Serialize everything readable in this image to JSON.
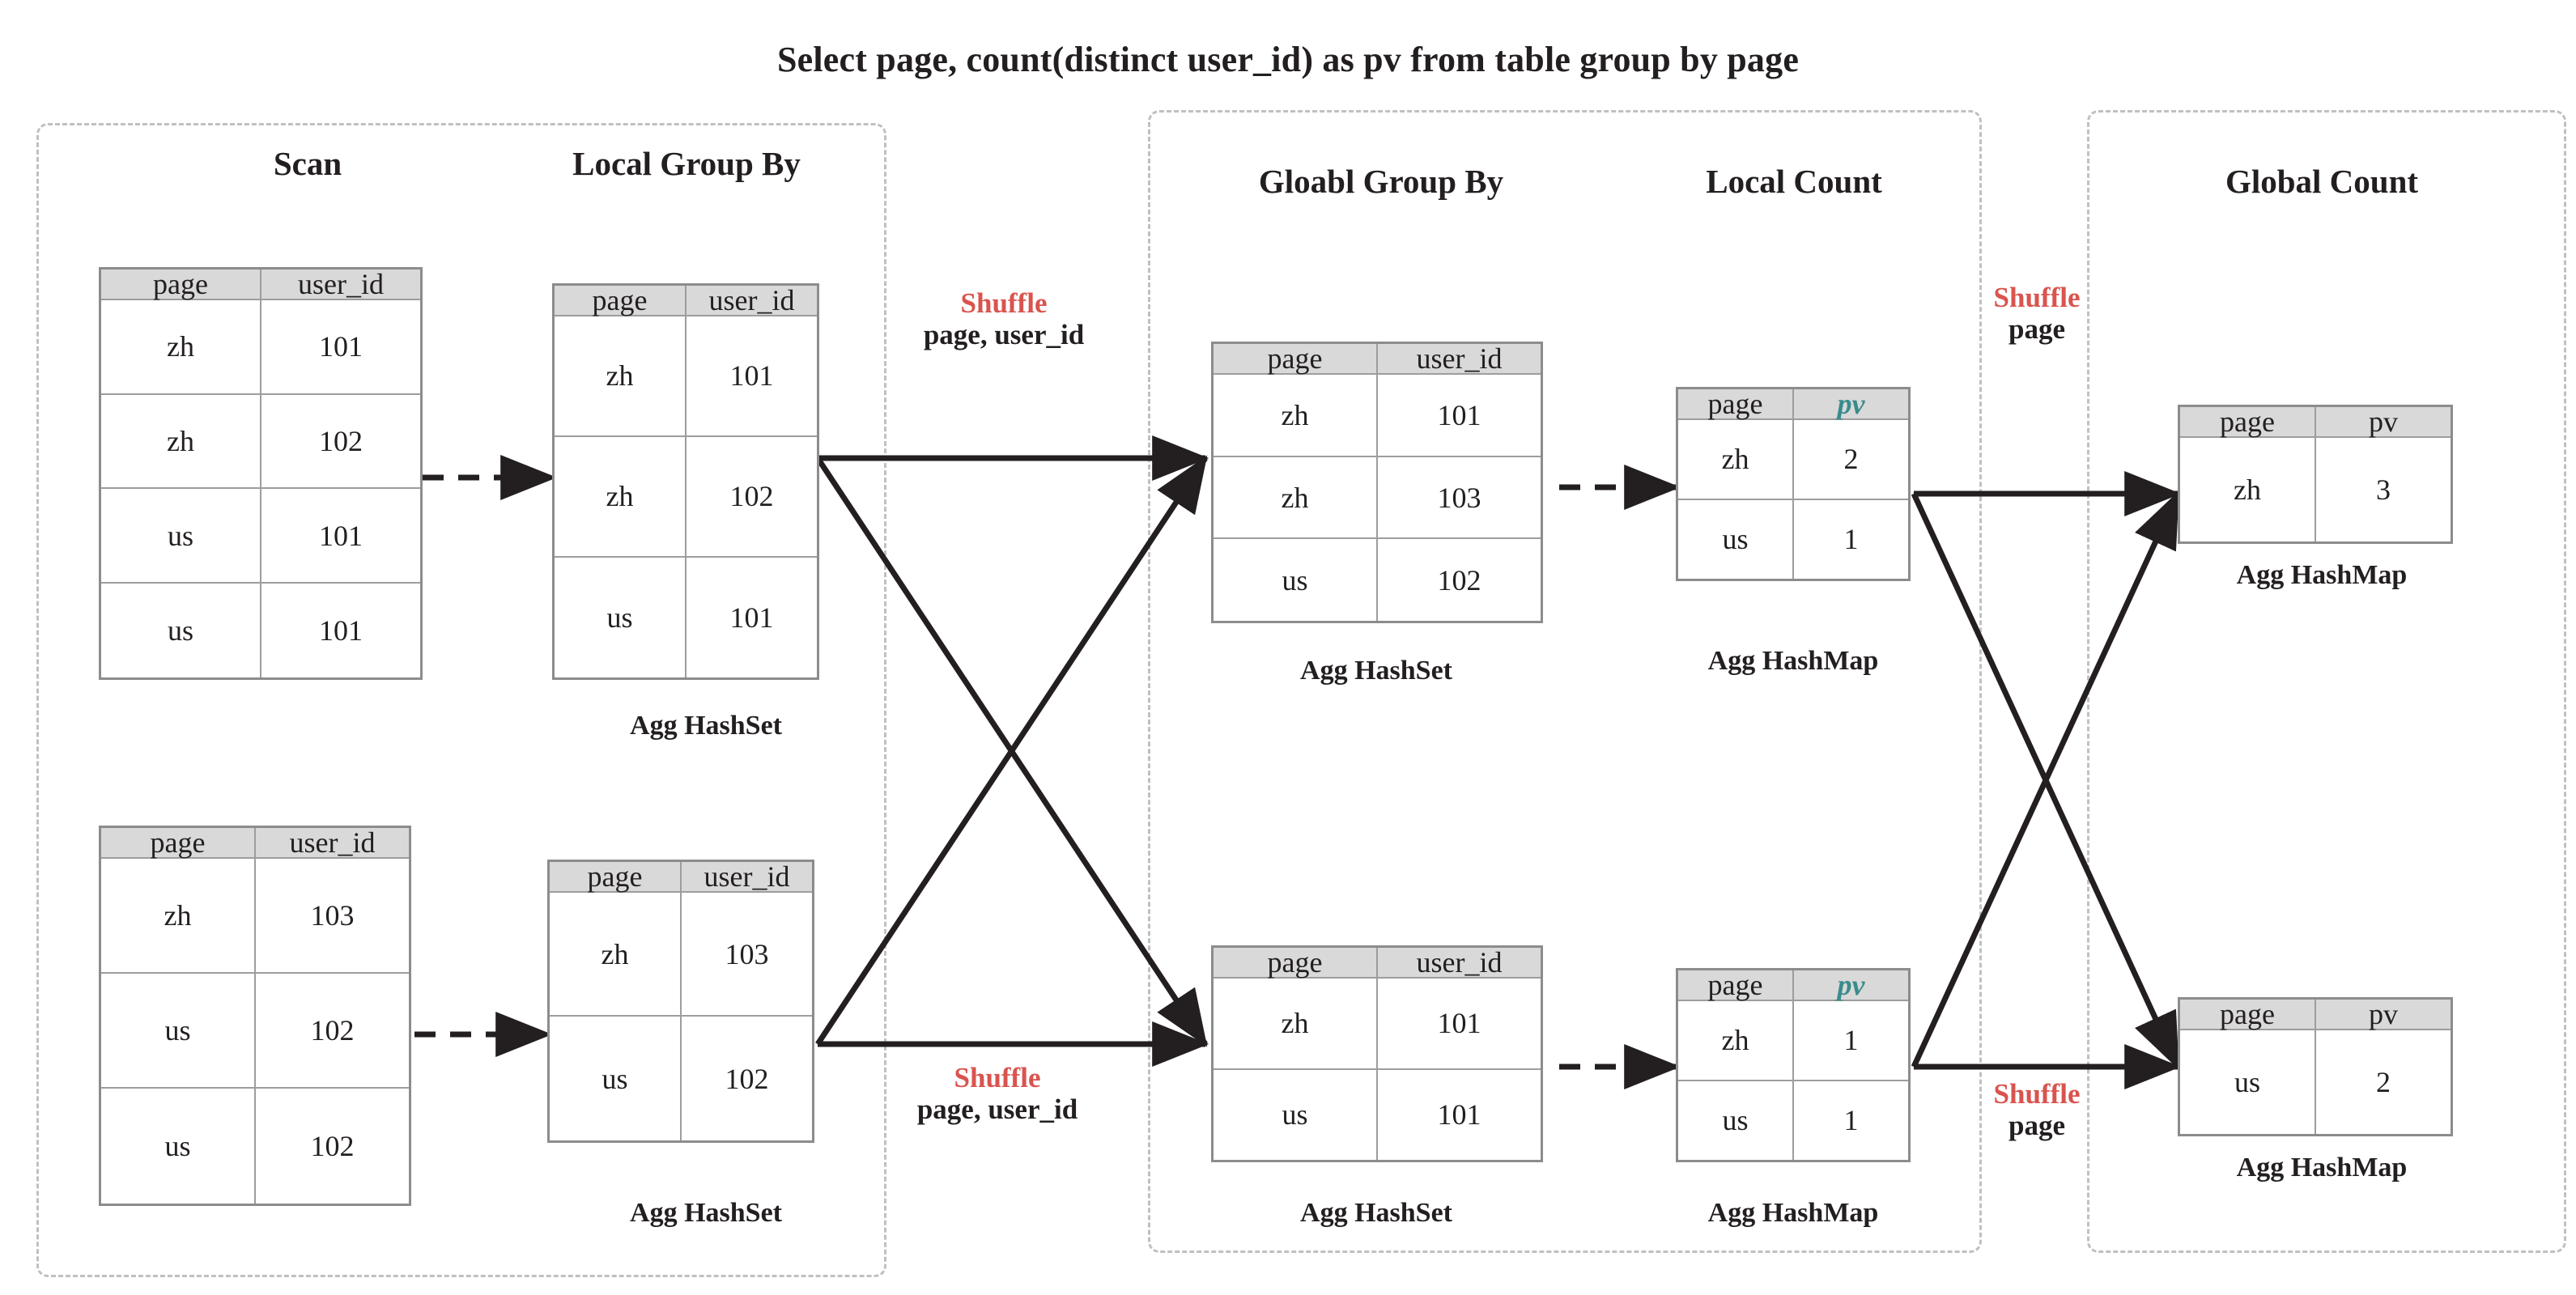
{
  "title": "Select page, count(distinct user_id) as pv from table group by page",
  "stages": [
    {
      "name": "scan",
      "label": "Scan"
    },
    {
      "name": "local-group-by",
      "label": "Local Group By"
    },
    {
      "name": "global-group-by",
      "label": "Gloabl Group By"
    },
    {
      "name": "local-count",
      "label": "Local Count"
    },
    {
      "name": "global-count",
      "label": "Global Count"
    }
  ],
  "columns": {
    "page": "page",
    "user_id": "user_id",
    "pv": "pv"
  },
  "captions": {
    "hashset": "Agg HashSet",
    "hashmap": "Agg HashMap"
  },
  "shuffles": [
    {
      "name": "shuffle-1-top",
      "word": "Shuffle",
      "keys": "page, user_id"
    },
    {
      "name": "shuffle-1-bottom",
      "word": "Shuffle",
      "keys": "page, user_id"
    },
    {
      "name": "shuffle-2-top",
      "word": "Shuffle",
      "keys": "page"
    },
    {
      "name": "shuffle-2-bottom",
      "word": "Shuffle",
      "keys": "page"
    }
  ],
  "tables": {
    "scan_top": {
      "headers": [
        "page",
        "user_id"
      ],
      "rows": [
        [
          "zh",
          "101"
        ],
        [
          "zh",
          "102"
        ],
        [
          "us",
          "101"
        ],
        [
          "us",
          "101"
        ]
      ]
    },
    "scan_bottom": {
      "headers": [
        "page",
        "user_id"
      ],
      "rows": [
        [
          "zh",
          "103"
        ],
        [
          "us",
          "102"
        ],
        [
          "us",
          "102"
        ]
      ]
    },
    "local_group_top": {
      "headers": [
        "page",
        "user_id"
      ],
      "rows": [
        [
          "zh",
          "101"
        ],
        [
          "zh",
          "102"
        ],
        [
          "us",
          "101"
        ]
      ],
      "caption": "Agg HashSet"
    },
    "local_group_bottom": {
      "headers": [
        "page",
        "user_id"
      ],
      "rows": [
        [
          "zh",
          "103"
        ],
        [
          "us",
          "102"
        ]
      ],
      "caption": "Agg HashSet"
    },
    "global_group_top": {
      "headers": [
        "page",
        "user_id"
      ],
      "rows": [
        [
          "zh",
          "101"
        ],
        [
          "zh",
          "103"
        ],
        [
          "us",
          "102"
        ]
      ],
      "caption": "Agg HashSet"
    },
    "global_group_bottom": {
      "headers": [
        "page",
        "user_id"
      ],
      "rows": [
        [
          "zh",
          "101"
        ],
        [
          "us",
          "101"
        ]
      ],
      "caption": "Agg HashSet"
    },
    "local_count_top": {
      "headers": [
        "page",
        "pv"
      ],
      "rows": [
        [
          "zh",
          "2"
        ],
        [
          "us",
          "1"
        ]
      ],
      "caption": "Agg HashMap"
    },
    "local_count_bottom": {
      "headers": [
        "page",
        "pv"
      ],
      "rows": [
        [
          "zh",
          "1"
        ],
        [
          "us",
          "1"
        ]
      ],
      "caption": "Agg HashMap"
    },
    "global_count_top": {
      "headers": [
        "page",
        "pv"
      ],
      "rows": [
        [
          "zh",
          "3"
        ]
      ],
      "caption": "Agg HashMap"
    },
    "global_count_bottom": {
      "headers": [
        "page",
        "pv"
      ],
      "rows": [
        [
          "us",
          "2"
        ]
      ],
      "caption": "Agg HashMap"
    }
  },
  "colors": {
    "shuffle_accent": "#d9544f",
    "pv_accent": "#3a8b8c",
    "header_fill": "#d9d9d9",
    "table_border": "#8c8c8c",
    "container_border": "#c0c0c0",
    "text": "#231f20"
  }
}
